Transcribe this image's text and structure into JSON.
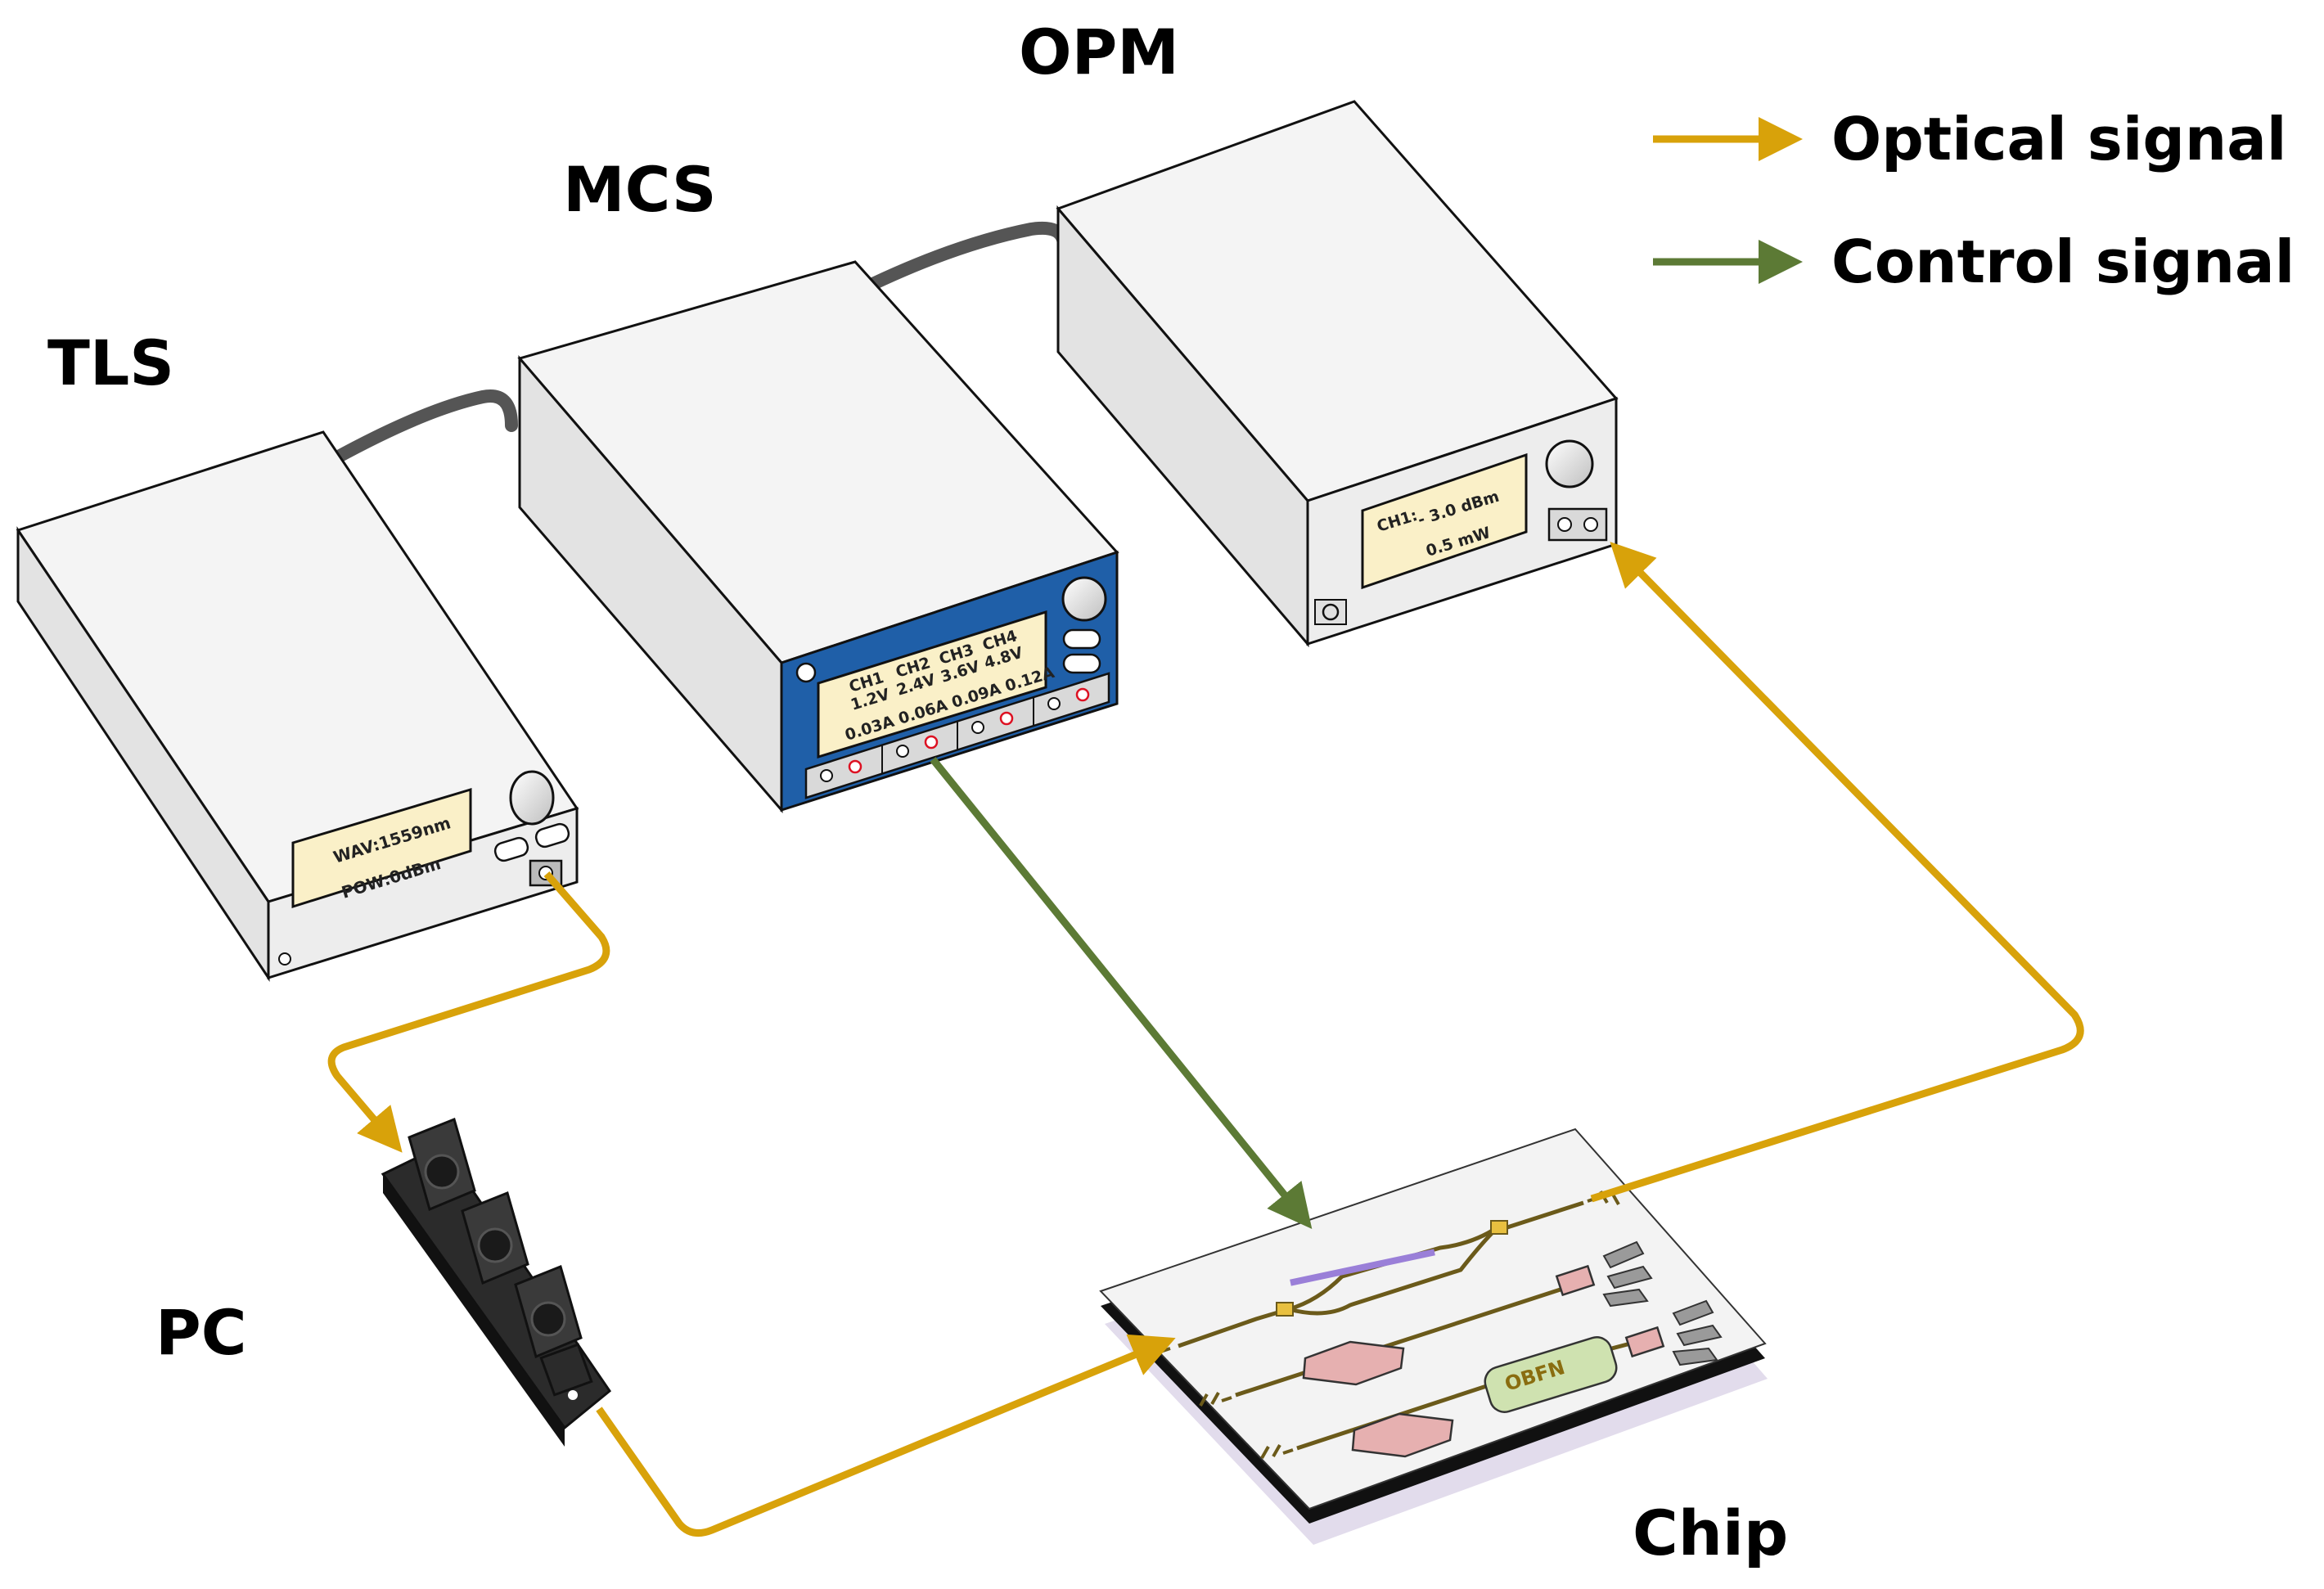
{
  "labels": {
    "tls": "TLS",
    "mcs": "MCS",
    "opm": "OPM",
    "pc": "PC",
    "chip": "Chip"
  },
  "legend": {
    "optical": "Optical signal",
    "control": "Control signal"
  },
  "tls_screen": {
    "wav": "WAV:1559nm",
    "pow": "POW:0dBm"
  },
  "mcs_screen": {
    "ch1": "CH1",
    "ch2": "CH2",
    "ch3": "CH3",
    "ch4": "CH4",
    "v1": "1.2V",
    "v2": "2.4V",
    "v3": "3.6V",
    "v4": "4.8V",
    "currents": "0.03A 0.06A 0.09A 0.12A"
  },
  "opm_screen": {
    "ch": "CH1:",
    "dbm": "- 3.0 dBm",
    "mw": "0.5  mW"
  },
  "chip_label": "OBFN",
  "colors": {
    "optical": "#D8A20A",
    "control": "#5C7A35",
    "mcs_panel": "#1F5FA8",
    "screen": "#FAF0C8"
  }
}
